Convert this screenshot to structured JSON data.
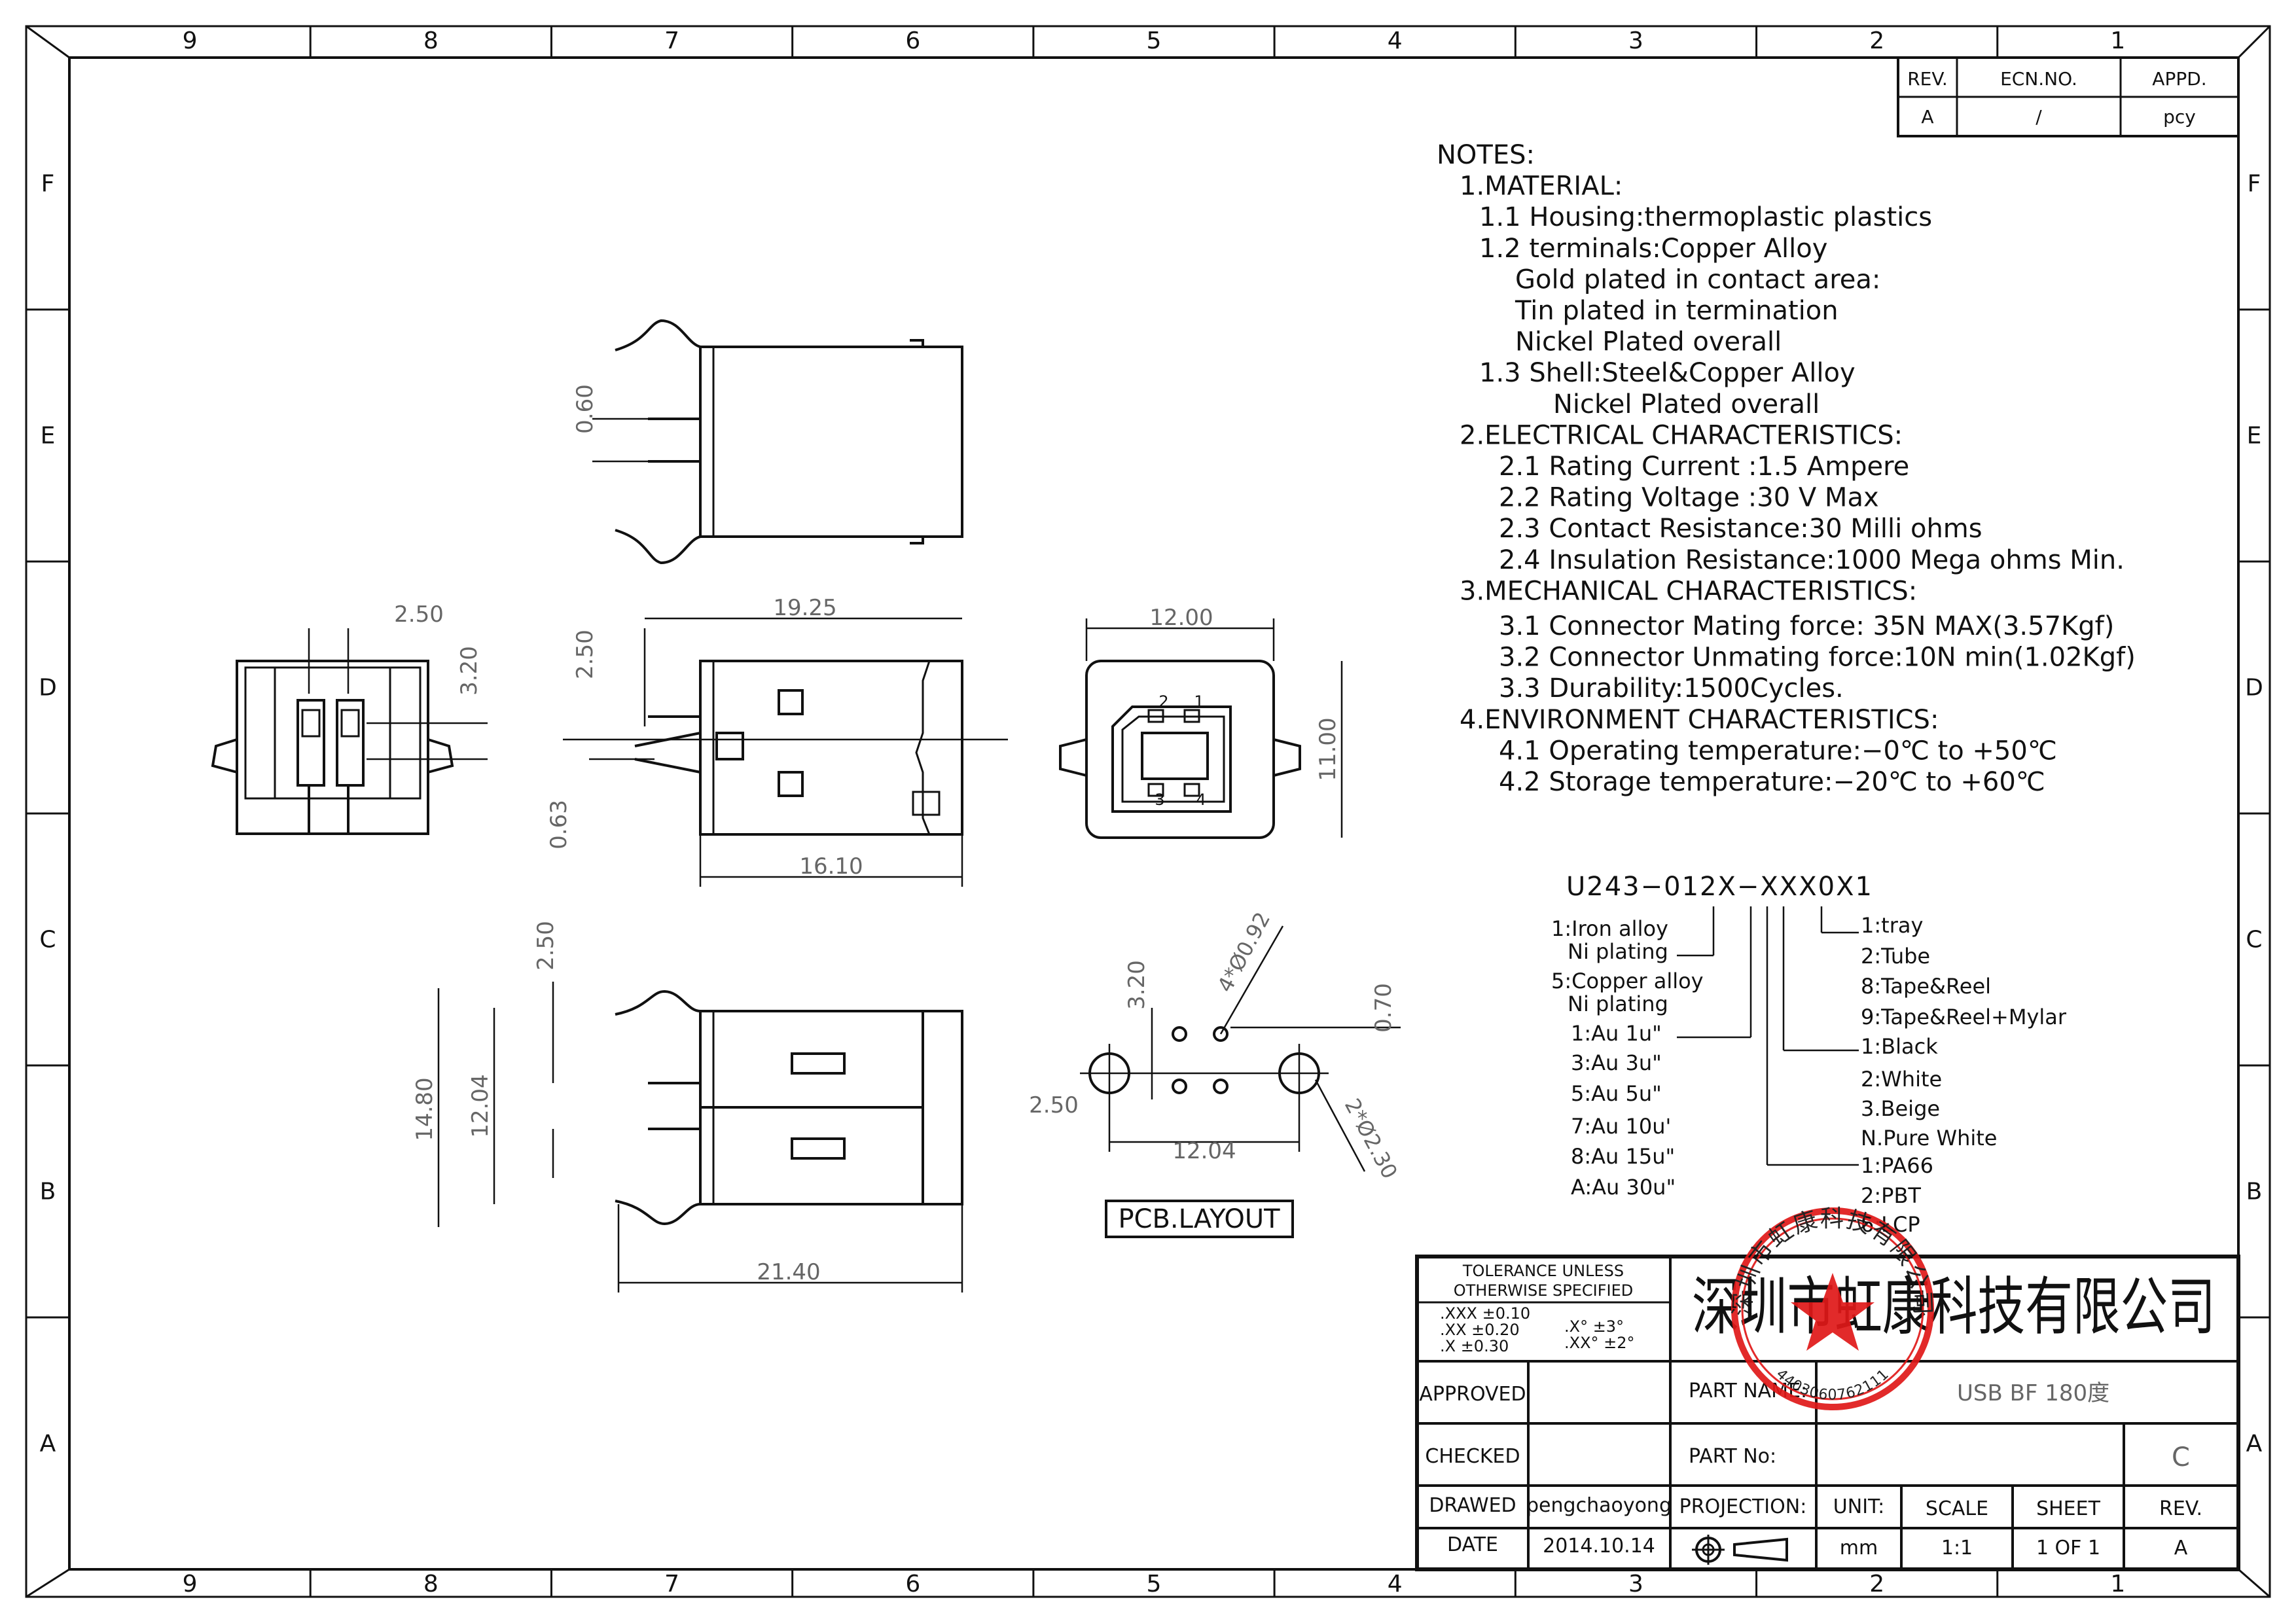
{
  "border": {
    "cols": [
      "9",
      "8",
      "7",
      "6",
      "5",
      "4",
      "3",
      "2",
      "1"
    ],
    "rows": [
      "F",
      "E",
      "D",
      "C",
      "B",
      "A"
    ]
  },
  "revision_table": {
    "headers": [
      "REV.",
      "ECN.NO.",
      "APPD."
    ],
    "row": [
      "A",
      "/",
      "pcy"
    ]
  },
  "notes": [
    "NOTES:",
    "1.MATERIAL:",
    "1.1  Housing:thermoplastic  plastics",
    "1.2  terminals:Copper  Alloy",
    "Gold  plated  in  contact  area:",
    "Tin  plated  in  termination",
    "Nickel  Plated  overall",
    "1.3  Shell:Steel&Copper  Alloy",
    "Nickel  Plated  overall",
    "2.ELECTRICAL  CHARACTERISTICS:",
    "2.1  Rating  Current  :1.5  Ampere",
    "2.2  Rating  Voltage  :30  V  Max",
    "2.3  Contact  Resistance:30  Milli  ohms",
    "2.4  Insulation  Resistance:1000  Mega  ohms  Min.",
    "3.MECHANICAL  CHARACTERISTICS:",
    "3.1  Connector  Mating  force: 35N  MAX(3.57Kgf)",
    "3.2  Connector  Unmating  force:10N  min(1.02Kgf)",
    "3.3  Durability:1500Cycles.",
    "4.ENVIRONMENT  CHARACTERISTICS:",
    "4.1  Operating  temperature:−0℃  to  +50℃",
    "4.2  Storage  temperature:−20℃  to  +60℃"
  ],
  "part_code": {
    "code": "U243−012X−XXX0X1",
    "left_options": [
      "1:Iron  alloy",
      "Ni  plating",
      "5:Copper  alloy",
      "Ni  plating",
      "1:Au   1u\"",
      "3:Au   3u\"",
      "5:Au   5u\"",
      "7:Au   10u'",
      "8:Au   15u\"",
      "A:Au   30u\""
    ],
    "right_options": [
      "1:tray",
      "2:Tube",
      "8:Tape&Reel",
      "9:Tape&Reel+Mylar",
      "1:Black",
      "2:White",
      "3.Beige",
      "N.Pure  White",
      "1:PA66",
      "2:PBT",
      "6:LCP"
    ]
  },
  "dimensions": {
    "top_view": [
      "0.60"
    ],
    "front_view": [
      "2.50",
      "3.20"
    ],
    "side_view": [
      "19.25",
      "2.50",
      "0.63",
      "16.10"
    ],
    "end_view": [
      "12.00",
      "11.00",
      "1",
      "2",
      "3",
      "4"
    ],
    "bottom_view": [
      "2.50",
      "14.80",
      "12.04",
      "21.40"
    ],
    "pcb": [
      "3.20",
      "4*Ø0.92",
      "0.70",
      "2.50",
      "12.04",
      "2*Ø2.30"
    ],
    "pcb_label": "PCB.LAYOUT"
  },
  "title_block": {
    "tolerance_title_1": "TOLERANCE  UNLESS",
    "tolerance_title_2": "OTHERWISE  SPECIFIED",
    "tol_1": ".XXX  ±0.10",
    "tol_2": ".XX    ±0.20",
    "tol_3": ".X      ±0.30",
    "ang_1": ".X°      ±3°",
    "ang_2": ".XX°   ±2°",
    "company": "深圳市虹康科技有限公司",
    "approved_label": "APPROVED",
    "checked_label": "CHECKED",
    "drawed_label": "DRAWED",
    "drawed_value": "pengchaoyong",
    "date_label": "DATE",
    "date_value": "2014.10.14",
    "part_name_label": "PART  NAME:",
    "part_name_value": "USB  BF  180度",
    "part_no_label": "PART  No:",
    "part_no_value": "C",
    "projection_label": "PROJECTION:",
    "unit_label": "UNIT:",
    "unit_value": "mm",
    "scale_label": "SCALE",
    "scale_value": "1:1",
    "sheet_label": "SHEET",
    "sheet_value": "1  OF  1",
    "rev_label": "REV.",
    "rev_value": "A"
  },
  "stamp": {
    "color": "#e01818",
    "ring_text": "深圳市虹康科技有限公司",
    "number": "4403060762111"
  }
}
